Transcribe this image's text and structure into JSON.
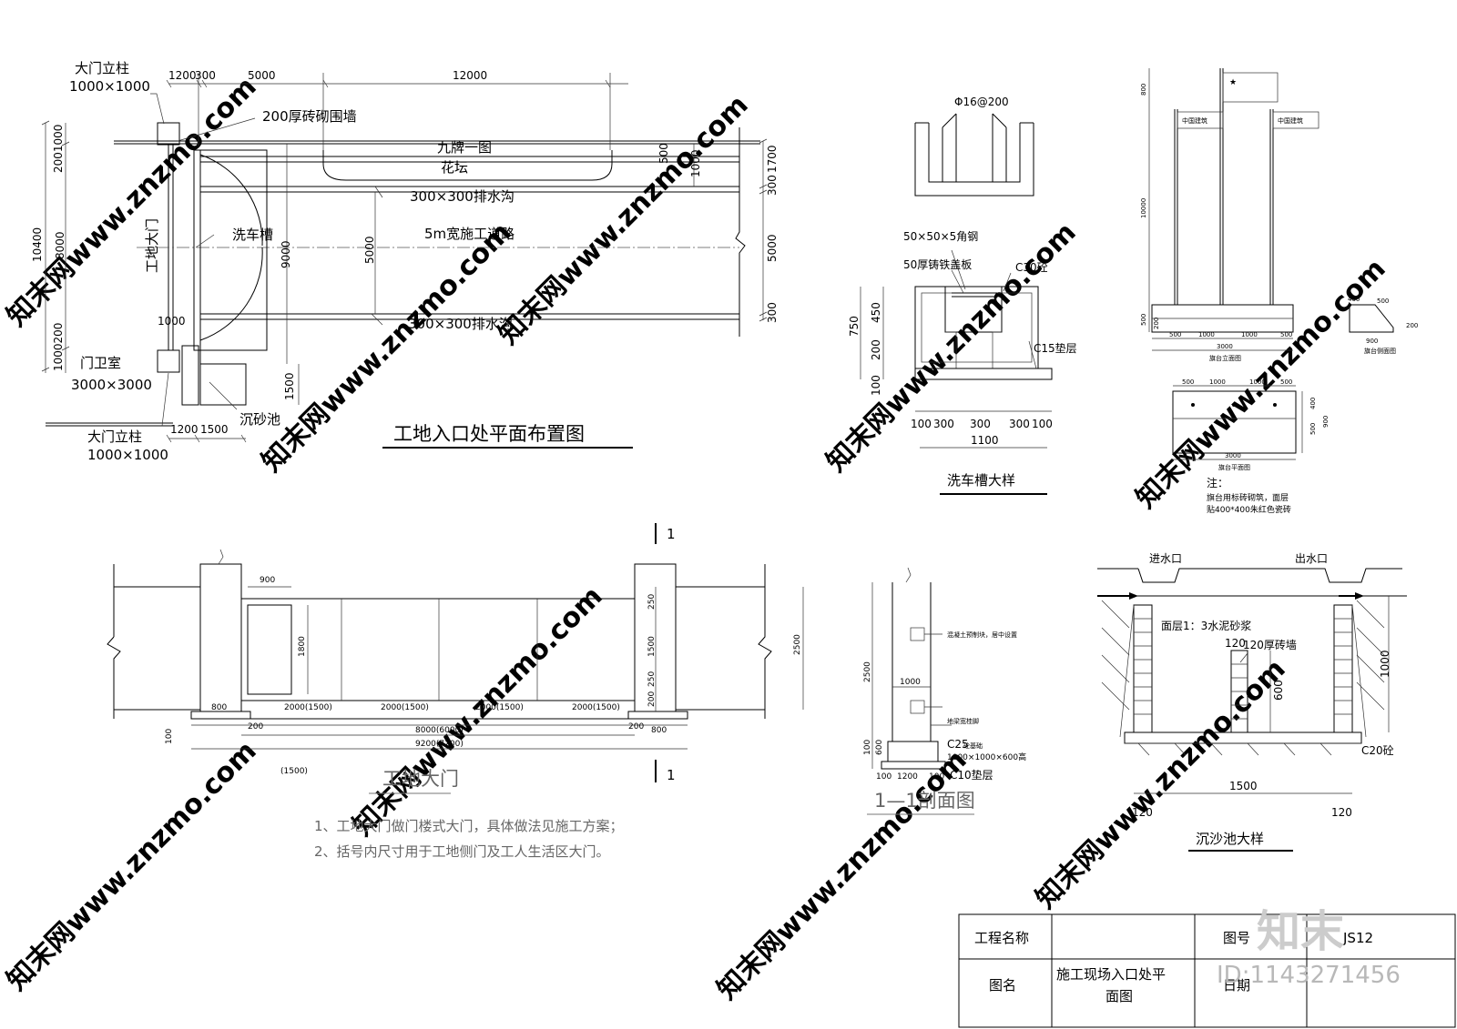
{
  "site_plan": {
    "title": "工地入口处平面布置图",
    "gate_post_top": "大门立柱",
    "gate_post_top_size": "1000×1000",
    "gate_post_bottom": "大门立柱",
    "gate_post_bottom_size": "1000×1000",
    "guard_room": "门卫室",
    "guard_room_size": "3000×3000",
    "brick_wall": "200厚砖砌围墙",
    "nine_boards": "九牌一图",
    "flower_bed": "花坛",
    "drain_top": "300×300排水沟",
    "drain_bottom": "300×300排水沟",
    "car_wash": "洗车槽",
    "road": "5m宽施工道路",
    "gate_label": "工地大门",
    "settling_pool": "沉砂池",
    "dims": {
      "d1200a": "1200",
      "d300a": "300",
      "d5000a": "5000",
      "d12000": "12000",
      "l2001000": "2001000",
      "l10400": "10400",
      "l8000": "8000",
      "l1000200": "1000200",
      "d1000": "1000",
      "d9000": "9000",
      "d5000b": "5000",
      "d1500": "1500",
      "d500": "500",
      "d1000b": "1000",
      "r1700": "1700",
      "r300a": "300",
      "r5000": "5000",
      "r300b": "300",
      "b1200": "1200",
      "b1500": "1500"
    }
  },
  "wash_detail": {
    "title": "洗车槽大样",
    "rebar": "Φ16@200",
    "angle_steel": "50×50×5角钢",
    "cover": "50厚铸铁盖板",
    "c30": "C30砼",
    "c15": "C15垫层",
    "dims": {
      "h750": "750",
      "h450": "450",
      "h200": "200",
      "h100": "100",
      "w100a": "100",
      "w300a": "300",
      "w300b": "300",
      "w300c": "300",
      "w100b": "100",
      "w1100": "1100"
    }
  },
  "flag_detail": {
    "sign1": "中国建筑",
    "sign2": "中国建筑",
    "elev_title": "旗台立面图",
    "side_title": "旗台侧面图",
    "plan_title": "旗台平面图",
    "note_title": "注：",
    "note1": "旗台用标砖砌筑，面层",
    "note2": "贴400*400朱红色瓷砖",
    "dims": {
      "v800": "800",
      "v10000": "10000",
      "v500": "500",
      "v200": "200",
      "e500a": "500",
      "e1000a": "1000",
      "e1000b": "1000",
      "e500b": "500",
      "e3000": "3000",
      "s400": "400",
      "s500": "500",
      "s200": "200",
      "s900": "900",
      "s100": "100",
      "p500a": "500",
      "p1000a": "1000",
      "p1000b": "1000",
      "p500b": "500",
      "p3000": "3000",
      "p400": "400",
      "p500": "500",
      "p900": "900"
    }
  },
  "gate": {
    "title": "工地大门",
    "sec_mark_top": "1",
    "sec_mark_bottom": "1",
    "dims": {
      "d900": "900",
      "d1800": "1800",
      "d250a": "250",
      "d1500": "1500",
      "d250b": "250",
      "d200a": "200",
      "d2500": "2500",
      "d800a": "800",
      "d800b": "800",
      "d200b": "200",
      "d200c": "200",
      "d100": "100",
      "s1": "2000(1500)",
      "s2": "2000(1500)",
      "s3": "2000(1500)",
      "s4": "2000(1500)",
      "total1": "8000(6000)",
      "total2": "9200(7200)",
      "paren": "(1500)"
    },
    "notes": [
      "1、工地大门做门楼式大门，具体做法见施工方案；",
      "2、括号内尺寸用于工地侧门及工人生活区大门。"
    ]
  },
  "section": {
    "title": "1—1剖面图",
    "n1": "混凝土预制块，居中设置",
    "n2": "地梁宽桂脚",
    "c25": "C25",
    "c25b": "砼基础",
    "foundation": "1000×1000×600高",
    "c10": "C10垫层",
    "dims": {
      "h2500": "2500",
      "h1000": "1000",
      "h100": "100",
      "h600": "600",
      "w100a": "100",
      "w1200": "1200",
      "w100b": "100"
    }
  },
  "settling_detail": {
    "title": "沉沙池大样",
    "inlet": "进水口",
    "outlet": "出水口",
    "surface": "面层1：3水泥砂浆",
    "wall120": "120厚砖墙",
    "c20": "C20砼",
    "dims": {
      "t120": "120",
      "h600": "600",
      "h1000": "1000",
      "w1500": "1500",
      "l120": "120",
      "r120": "120"
    }
  },
  "titleblock": {
    "project_label": "工程名称",
    "project_value": "",
    "drawing_no_label": "图号",
    "drawing_no": "JS12",
    "drawing_name_label": "图名",
    "drawing_name_1": "施工现场入口处平",
    "drawing_name_2": "面图",
    "date_label": "日期"
  },
  "watermark": {
    "text": "知末网www.znzmo.com",
    "logo": "知末",
    "id": "ID:1143271456"
  }
}
